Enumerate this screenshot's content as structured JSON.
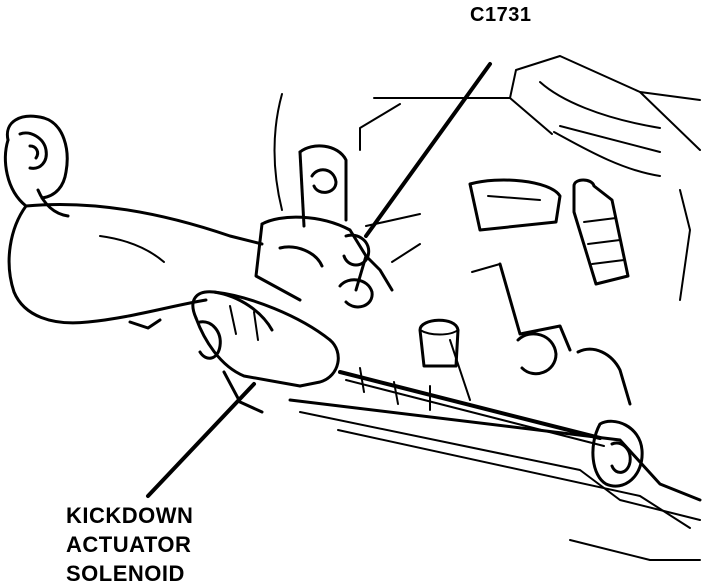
{
  "diagram": {
    "connector_label": "C1731",
    "part_label_lines": [
      "KICKDOWN",
      "ACTUATOR",
      "SOLENOID"
    ]
  },
  "colors": {
    "ink": "#000000",
    "background": "#ffffff"
  }
}
